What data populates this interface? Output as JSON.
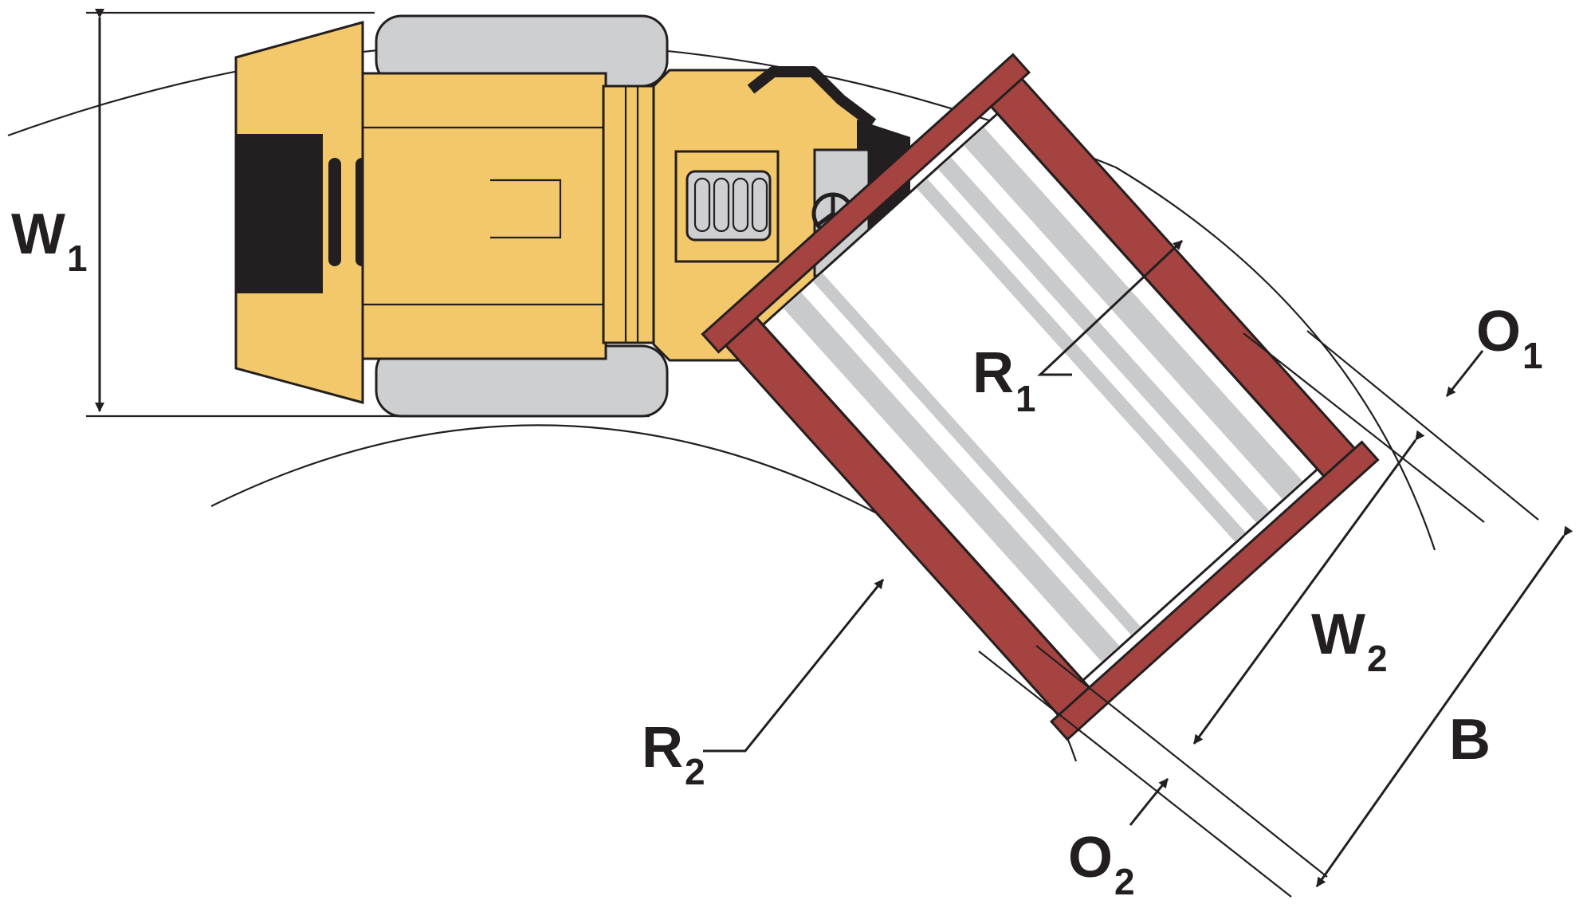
{
  "colors": {
    "frame_yellow": "#f2c86a",
    "tire_gray": "#cdcfd1",
    "drum_red": "#a44340",
    "outline_dark": "#231f20",
    "drum_stripe": "#c9cacc"
  },
  "labels": {
    "w1": {
      "main": "W",
      "sub": "1"
    },
    "w2": {
      "main": "W",
      "sub": "2"
    },
    "r1": {
      "main": "R",
      "sub": "1"
    },
    "r2": {
      "main": "R",
      "sub": "2"
    },
    "o1": {
      "main": "O",
      "sub": "1"
    },
    "o2": {
      "main": "O",
      "sub": "2"
    },
    "b": {
      "main": "B"
    }
  }
}
